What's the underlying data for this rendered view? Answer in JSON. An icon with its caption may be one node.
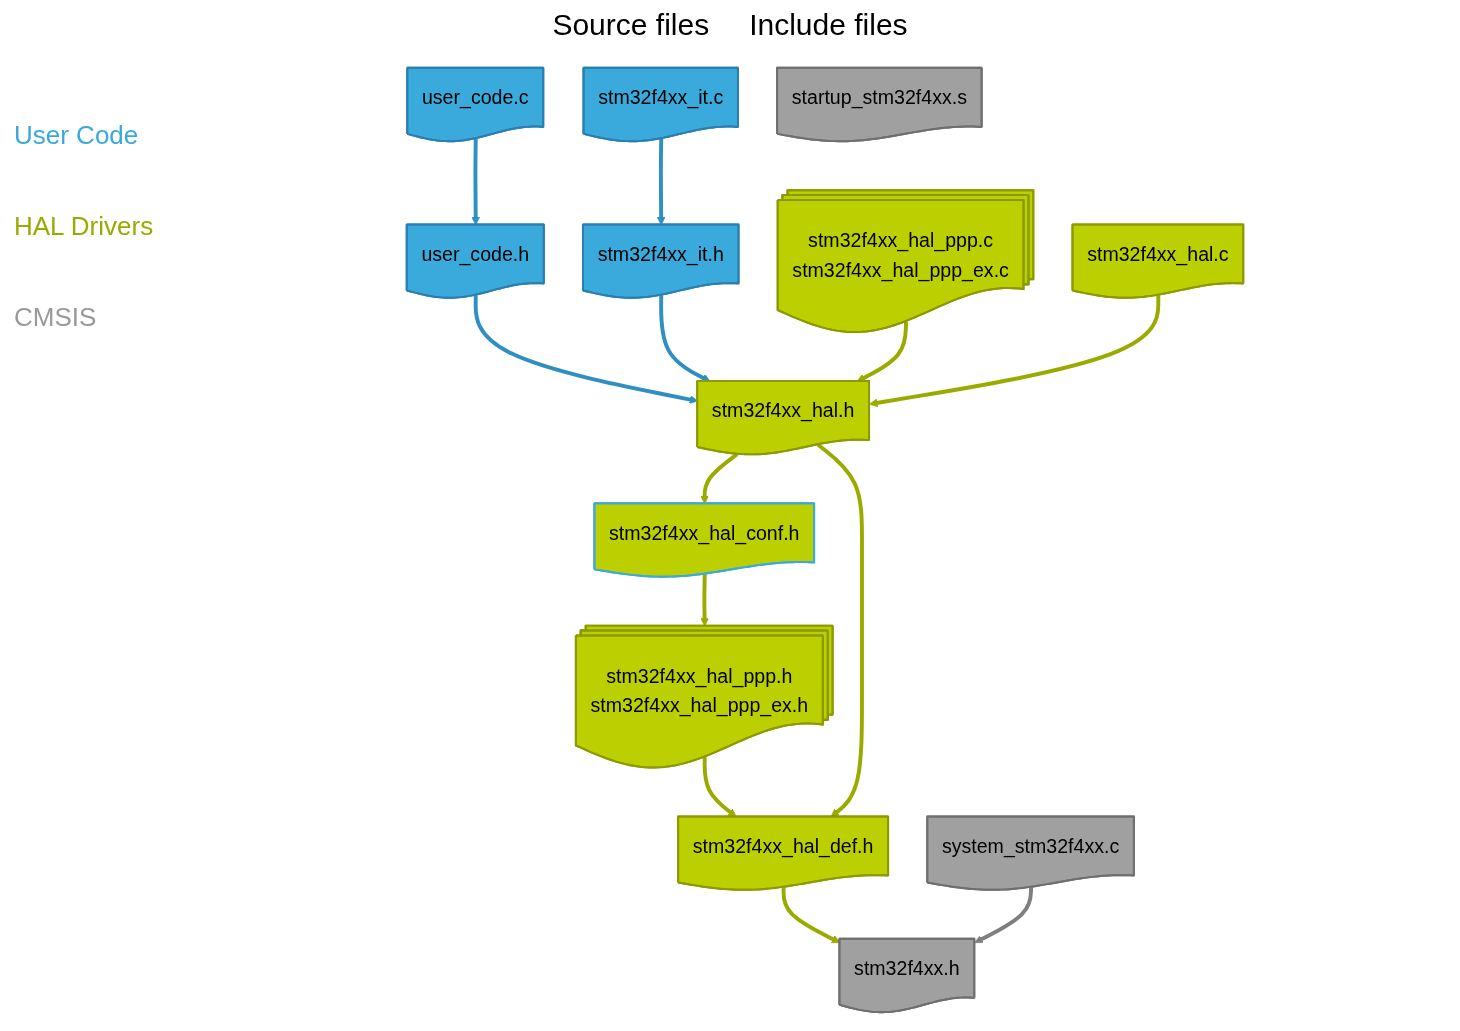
{
  "diagram": {
    "nodes": [
      {
        "text": [
          "user_code.c"
        ]
      },
      {
        "text": [
          "stm32f4xx_it.c"
        ]
      },
      {
        "text": [
          "stm32f4xx_hal_ppp.c",
          "stm32f4xx_hal_ppp_ex.c"
        ]
      },
      {
        "text": [
          "stm32f4xx_hal.c"
        ]
      },
      {
        "text": [
          "system_stm32f4xx.c"
        ]
      },
      {
        "text": [
          "startup_stm32f4xx.s"
        ]
      },
      {
        "text": [
          "user_code.h"
        ]
      },
      {
        "text": [
          "stm32f4xx_it.h"
        ]
      },
      {
        "text": [
          "stm32f4xx_hal.h"
        ]
      },
      {
        "text": [
          "stm32f4xx_hal_conf.h"
        ]
      },
      {
        "text": [
          "stm32f4xx_hal_ppp.h",
          "stm32f4xx_hal_ppp_ex.h"
        ]
      },
      {
        "text": [
          "stm32f4xx_hal_def.h"
        ]
      },
      {
        "text": [
          "stm32f4xx.h"
        ]
      }
    ],
    "edges": [
      {
        "from": 0,
        "to": 6,
        "arrow": "to",
        "color": "#2f8fc0"
      },
      {
        "from": 1,
        "to": 7,
        "arrow": "to",
        "color": "#2f8fc0"
      },
      {
        "from": 6,
        "to": 8,
        "arrow": "to",
        "color": "#2f8fc0"
      },
      {
        "from": 7,
        "to": 8,
        "arrow": "to",
        "color": "#2f8fc0"
      },
      {
        "from": 2,
        "to": 8,
        "arrow": "to"
      },
      {
        "from": 3,
        "to": 8,
        "arrow": "to"
      },
      {
        "from": 8,
        "to": 9,
        "arrow": "to"
      },
      {
        "from": 9,
        "to": 10,
        "arrow": "to"
      },
      {
        "from": 10,
        "to": 11,
        "arrow": "to"
      },
      {
        "from": 8,
        "to": 11,
        "arrow": "to"
      },
      {
        "from": 11,
        "to": 12,
        "arrow": "to"
      },
      {
        "from": 4,
        "to": 12,
        "arrow": "to",
        "color": "#7f7f7f"
      }
    ],
    "labels": [
      "Source files",
      "Include files",
      "User Code",
      "HAL Drivers",
      "CMSIS"
    ]
  }
}
